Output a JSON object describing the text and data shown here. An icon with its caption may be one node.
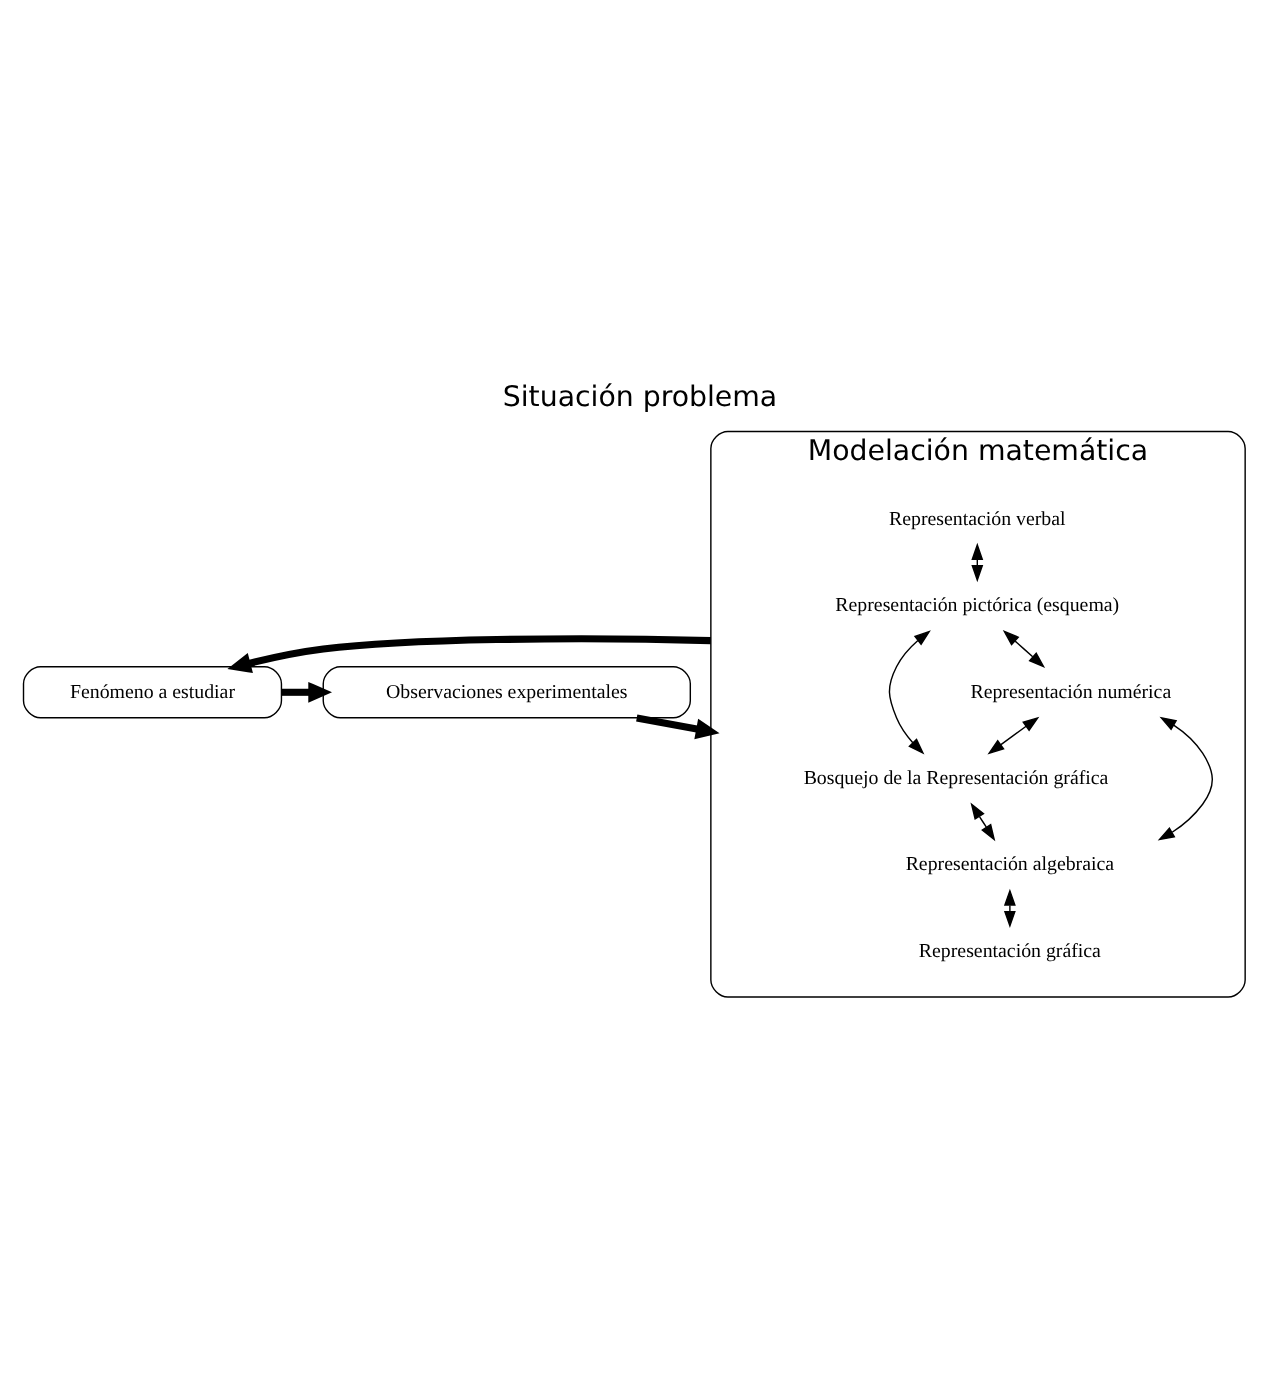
{
  "diagram": {
    "title": "Situación problema",
    "nodes": [
      {
        "text": [
          "Fenómeno a estudiar"
        ]
      },
      {
        "text": [
          "Observaciones experimentales"
        ]
      },
      {
        "text": [
          "Modelación matemática"
        ]
      },
      {
        "text": [
          "Representación verbal"
        ],
        "in": 2
      },
      {
        "text": [
          "Representación pictórica (esquema)"
        ],
        "in": 2
      },
      {
        "text": [
          "Representación numérica"
        ],
        "in": 2
      },
      {
        "text": [
          "Bosquejo de la Representación gráfica"
        ],
        "in": 2
      },
      {
        "text": [
          "Representación algebraica"
        ],
        "in": 2
      },
      {
        "text": [
          "Representación gráfica"
        ],
        "in": 2
      }
    ],
    "edges": [
      {
        "from": 0,
        "to": 1,
        "arrow": "to",
        "style": "thick"
      },
      {
        "from": 1,
        "to": 2,
        "arrow": "to",
        "style": "thick"
      },
      {
        "from": 2,
        "to": 0,
        "arrow": "to",
        "style": "thick"
      },
      {
        "from": 3,
        "to": 4,
        "arrow": "both"
      },
      {
        "from": 4,
        "to": 5,
        "arrow": "both"
      },
      {
        "from": 4,
        "to": 6,
        "arrow": "both"
      },
      {
        "from": 5,
        "to": 6,
        "arrow": "both"
      },
      {
        "from": 5,
        "to": 7,
        "arrow": "both"
      },
      {
        "from": 6,
        "to": 7,
        "arrow": "both"
      },
      {
        "from": 7,
        "to": 8,
        "arrow": "both"
      }
    ]
  }
}
